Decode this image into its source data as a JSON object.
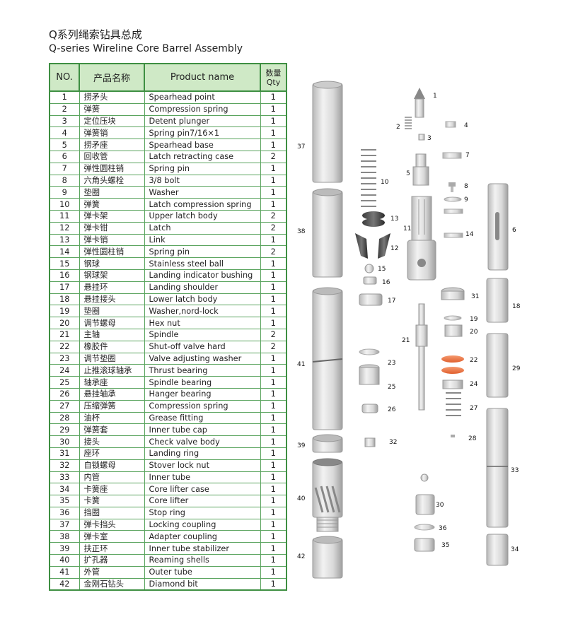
{
  "title_cn": "Q系列绳索钻具总成",
  "title_en": "Q-series Wireline Core Barrel Assembly",
  "table": {
    "headers": {
      "no": "NO.",
      "cn": "产品名称",
      "en": "Product name",
      "qty_cn": "数量",
      "qty_en": "Qty"
    },
    "rows": [
      {
        "no": "1",
        "cn": "捞矛头",
        "en": "Spearhead point",
        "qty": "1"
      },
      {
        "no": "2",
        "cn": "弹簧",
        "en": "Compression spring",
        "qty": "1"
      },
      {
        "no": "3",
        "cn": "定位压块",
        "en": "Detent plunger",
        "qty": "1"
      },
      {
        "no": "4",
        "cn": "弹簧销",
        "en": "Spring pin7/16×1",
        "qty": "1"
      },
      {
        "no": "5",
        "cn": "捞矛座",
        "en": "Spearhead base",
        "qty": "1"
      },
      {
        "no": "6",
        "cn": "回收管",
        "en": "Latch retracting case",
        "qty": "2"
      },
      {
        "no": "7",
        "cn": "弹性圆柱销",
        "en": "Spring pin",
        "qty": "1"
      },
      {
        "no": "8",
        "cn": "六角头螺栓",
        "en": "3/8 bolt",
        "qty": "1"
      },
      {
        "no": "9",
        "cn": "垫圈",
        "en": "Washer",
        "qty": "1"
      },
      {
        "no": "10",
        "cn": "弹簧",
        "en": "Latch compression spring",
        "qty": "1"
      },
      {
        "no": "11",
        "cn": "弹卡架",
        "en": "Upper latch body",
        "qty": "2"
      },
      {
        "no": "12",
        "cn": "弹卡钳",
        "en": "Latch",
        "qty": "2"
      },
      {
        "no": "13",
        "cn": "弹卡销",
        "en": "Link",
        "qty": "1"
      },
      {
        "no": "14",
        "cn": "弹性圆柱销",
        "en": "Spring pin",
        "qty": "2"
      },
      {
        "no": "15",
        "cn": "钢球",
        "en": "Stainless steel ball",
        "qty": "1"
      },
      {
        "no": "16",
        "cn": "钢球架",
        "en": "Landing indicator bushing",
        "qty": "1"
      },
      {
        "no": "17",
        "cn": "悬挂环",
        "en": "Landing shoulder",
        "qty": "1"
      },
      {
        "no": "18",
        "cn": "悬挂接头",
        "en": "Lower latch body",
        "qty": "1"
      },
      {
        "no": "19",
        "cn": "垫圈",
        "en": "Washer,nord-lock",
        "qty": "1"
      },
      {
        "no": "20",
        "cn": "调节螺母",
        "en": "Hex nut",
        "qty": "1"
      },
      {
        "no": "21",
        "cn": "主轴",
        "en": "Spindle",
        "qty": "2"
      },
      {
        "no": "22",
        "cn": "橡胶件",
        "en": "Shut-off valve hard",
        "qty": "2"
      },
      {
        "no": "23",
        "cn": "调节垫圈",
        "en": "Valve adjusting washer",
        "qty": "1"
      },
      {
        "no": "24",
        "cn": "止推滚球轴承",
        "en": "Thrust bearing",
        "qty": "1"
      },
      {
        "no": "25",
        "cn": "轴承座",
        "en": "Spindle bearing",
        "qty": "1"
      },
      {
        "no": "26",
        "cn": "悬挂轴承",
        "en": "Hanger bearing",
        "qty": "1"
      },
      {
        "no": "27",
        "cn": "压缩弹簧",
        "en": "Compression spring",
        "qty": "1"
      },
      {
        "no": "28",
        "cn": "油杯",
        "en": "Grease fitting",
        "qty": "1"
      },
      {
        "no": "29",
        "cn": "弹簧套",
        "en": "Inner tube cap",
        "qty": "1"
      },
      {
        "no": "30",
        "cn": "接头",
        "en": "Check valve body",
        "qty": "1"
      },
      {
        "no": "31",
        "cn": "座环",
        "en": "Landing ring",
        "qty": "1"
      },
      {
        "no": "32",
        "cn": "自锁螺母",
        "en": "Stover lock nut",
        "qty": "1"
      },
      {
        "no": "33",
        "cn": "内管",
        "en": "Inner tube",
        "qty": "1"
      },
      {
        "no": "34",
        "cn": "卡簧座",
        "en": "Core lifter case",
        "qty": "1"
      },
      {
        "no": "35",
        "cn": "卡簧",
        "en": "Core lifter",
        "qty": "1"
      },
      {
        "no": "36",
        "cn": "挡圈",
        "en": "Stop ring",
        "qty": "1"
      },
      {
        "no": "37",
        "cn": "弹卡挡头",
        "en": "Locking coupling",
        "qty": "1"
      },
      {
        "no": "38",
        "cn": "弹卡室",
        "en": "Adapter coupling",
        "qty": "1"
      },
      {
        "no": "39",
        "cn": "扶正环",
        "en": "Inner tube stabilizer",
        "qty": "1"
      },
      {
        "no": "40",
        "cn": "扩孔器",
        "en": "Reaming shells",
        "qty": "1"
      },
      {
        "no": "41",
        "cn": "外管",
        "en": "Outer tube",
        "qty": "1"
      },
      {
        "no": "42",
        "cn": "金刚石钻头",
        "en": "Diamond bit",
        "qty": "1"
      }
    ]
  },
  "diagram_labels": [
    "1",
    "2",
    "3",
    "4",
    "5",
    "6",
    "7",
    "8",
    "9",
    "10",
    "11",
    "12",
    "13",
    "14",
    "15",
    "16",
    "17",
    "18",
    "19",
    "20",
    "21",
    "22",
    "23",
    "24",
    "25",
    "26",
    "27",
    "28",
    "29",
    "30",
    "31",
    "32",
    "33",
    "34",
    "35",
    "36",
    "37",
    "38",
    "39",
    "40",
    "41",
    "42"
  ],
  "colors": {
    "table_border": "#3e8f42",
    "header_fill": "#cfe9c6",
    "metal_light": "#e6e6e6",
    "metal_dark": "#a8a8a8",
    "rubber_orange": "#f07a4a"
  }
}
